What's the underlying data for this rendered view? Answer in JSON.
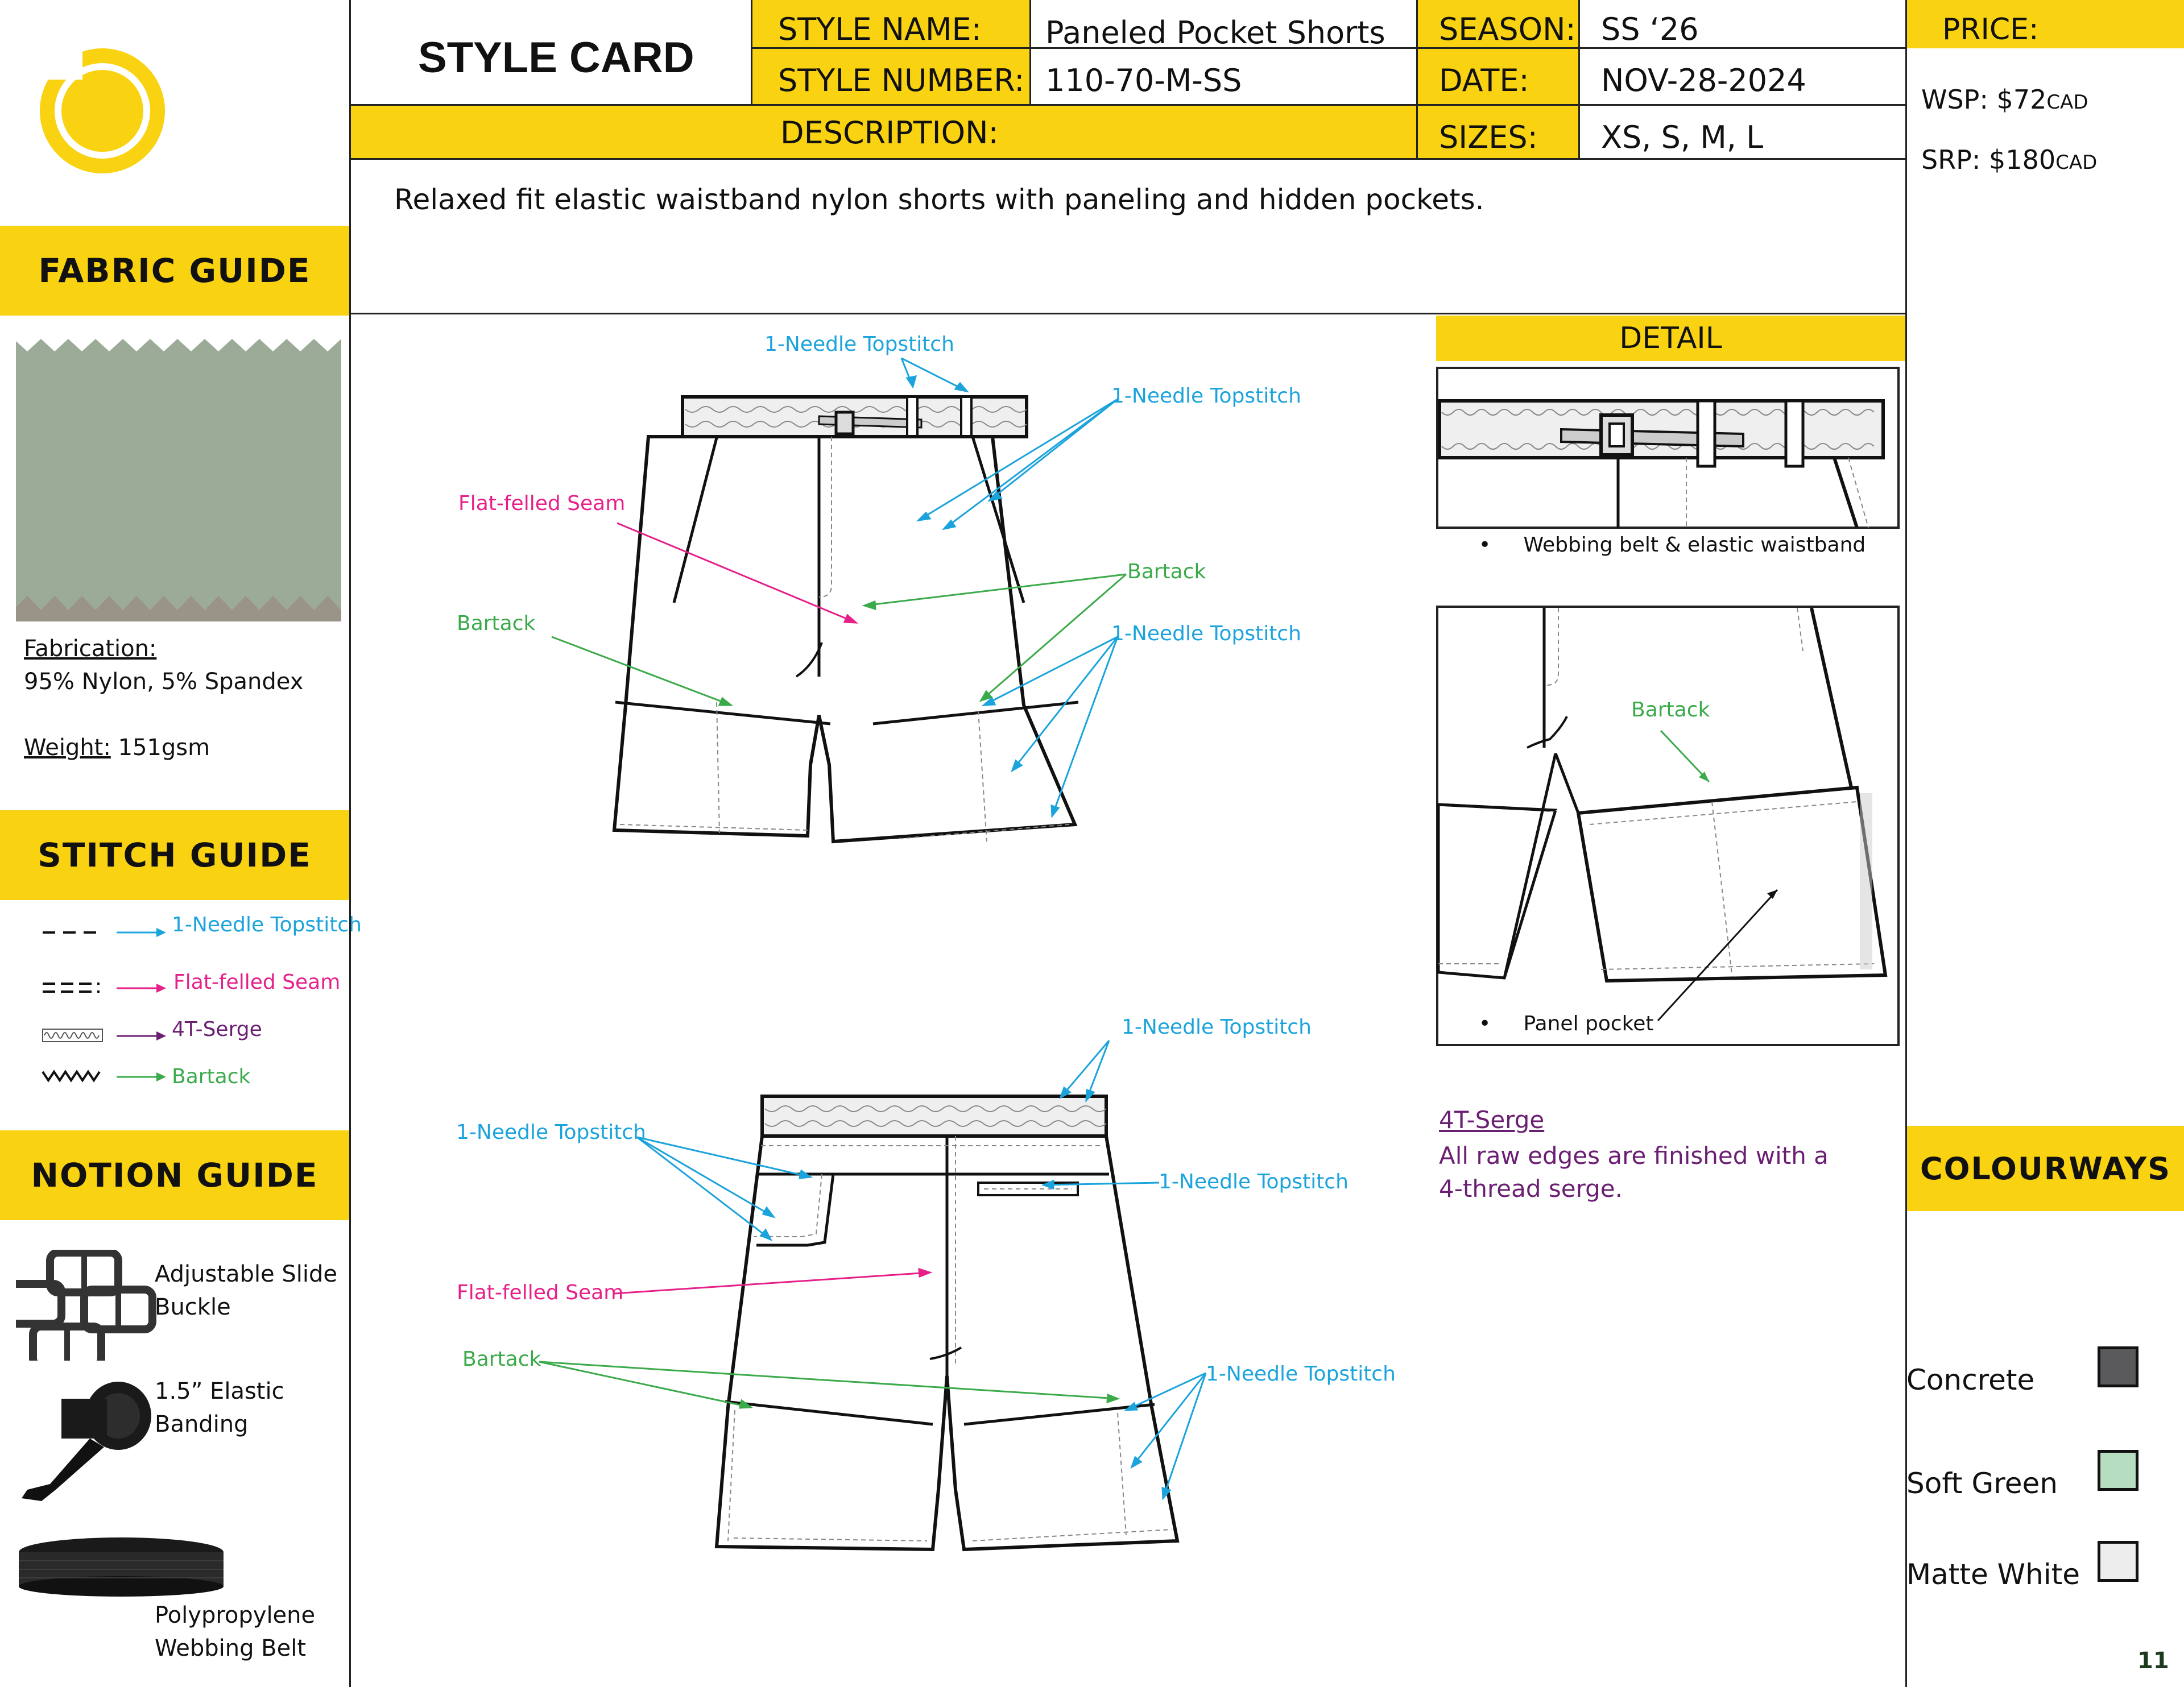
{
  "header": {
    "title": "STYLE CARD",
    "style_name_label": "STYLE NAME:",
    "style_name": "Paneled Pocket Shorts",
    "style_number_label": "STYLE NUMBER:",
    "style_number": "110-70-M-SS",
    "season_label": "SEASON:",
    "season": "SS ‘26",
    "date_label": "DATE:",
    "date": "NOV-28-2024",
    "description_label": "DESCRIPTION:",
    "sizes_label": "SIZES:",
    "sizes": "XS, S, M, L",
    "description": "Relaxed fit elastic waistband nylon shorts with paneling and hidden pockets."
  },
  "price": {
    "label": "PRICE:",
    "wsp_label": "WSP:",
    "wsp_value": "$72",
    "wsp_unit": "CAD",
    "srp_label": "SRP:",
    "srp_value": "$180",
    "srp_unit": "CAD"
  },
  "fabric_guide": {
    "heading": "FABRIC GUIDE",
    "fabrication_label": "Fabrication:",
    "fabrication": "95% Nylon, 5% Spandex",
    "weight_label": "Weight:",
    "weight": "151gsm",
    "swatch_color": "#9CAA98"
  },
  "stitch_guide": {
    "heading": "STITCH GUIDE",
    "items": [
      {
        "label": "1-Needle Topstitch",
        "color": "#1BA3DC"
      },
      {
        "label": "Flat-felled Seam",
        "color": "#E6208A"
      },
      {
        "label": "4T-Serge",
        "color": "#6B1F73"
      },
      {
        "label": "Bartack",
        "color": "#3BAA4A"
      }
    ]
  },
  "notion_guide": {
    "heading": "NOTION GUIDE",
    "items": [
      {
        "label": "Adjustable Slide Buckle"
      },
      {
        "label": "1.5” Elastic Banding"
      },
      {
        "label": "Polypropylene Webbing Belt"
      }
    ]
  },
  "detail": {
    "heading": "DETAIL",
    "note_1": "Webbing belt & elastic waistband",
    "note_2": "Panel pocket",
    "bartack": "Bartack"
  },
  "serge_note": {
    "title": "4T-Serge",
    "text_1": "All raw edges are finished with a",
    "text_2": "4-thread serge."
  },
  "callouts": {
    "topstitch": "1-Needle Topstitch",
    "flatfelled": "Flat-felled Seam",
    "bartack": "Bartack"
  },
  "colourways": {
    "heading": "COLOURWAYS",
    "items": [
      {
        "name": "Concrete",
        "color": "#5A5A5C"
      },
      {
        "name": "Soft Green",
        "color": "#B6DDBF"
      },
      {
        "name": "Matte White",
        "color": "#EDEDED"
      }
    ]
  },
  "page_number": "11",
  "colors": {
    "accent": "#F9D212",
    "logo": "#F9D212"
  }
}
